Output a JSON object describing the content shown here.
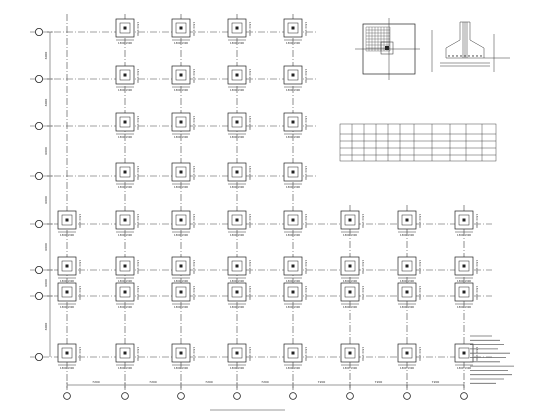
{
  "drawing": {
    "plan_title": "",
    "detail_title": "",
    "table_title": ""
  },
  "grid": {
    "x_spacings": [
      "7200",
      "7200",
      "7200",
      "7200",
      "7200"
    ],
    "y_spacings": [
      "6000",
      "6000",
      "6000",
      "6000",
      "6000",
      "6000",
      "6000",
      "6000"
    ]
  },
  "footing": {
    "dimension_text": "1300 1300"
  },
  "notes": {
    "heading": "",
    "lines": []
  }
}
